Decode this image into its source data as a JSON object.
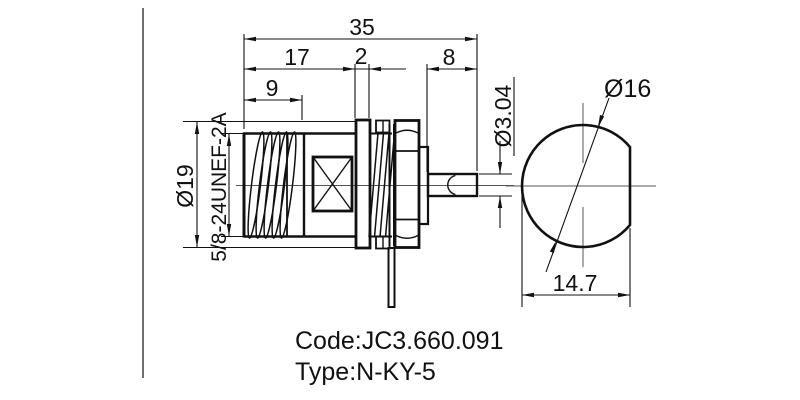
{
  "drawing": {
    "dimensions": {
      "overall_length": "35",
      "front_section_length": "17",
      "thread_length": "9",
      "flange_thickness": "2",
      "rear_pin_length": "8",
      "flange_diameter": "Ø19",
      "coupling_thread_spec": "5/8-24UNEF-2A",
      "pin_diameter": "Ø3.04",
      "bulkhead_diameter": "Ø16",
      "bulkhead_flat_width": "14.7"
    },
    "notes": {
      "code": "Code:JC3.660.091",
      "type": "Type:N-KY-5"
    },
    "colors": {
      "line": "#111111",
      "centerline": "#555555",
      "background": "#ffffff"
    }
  }
}
